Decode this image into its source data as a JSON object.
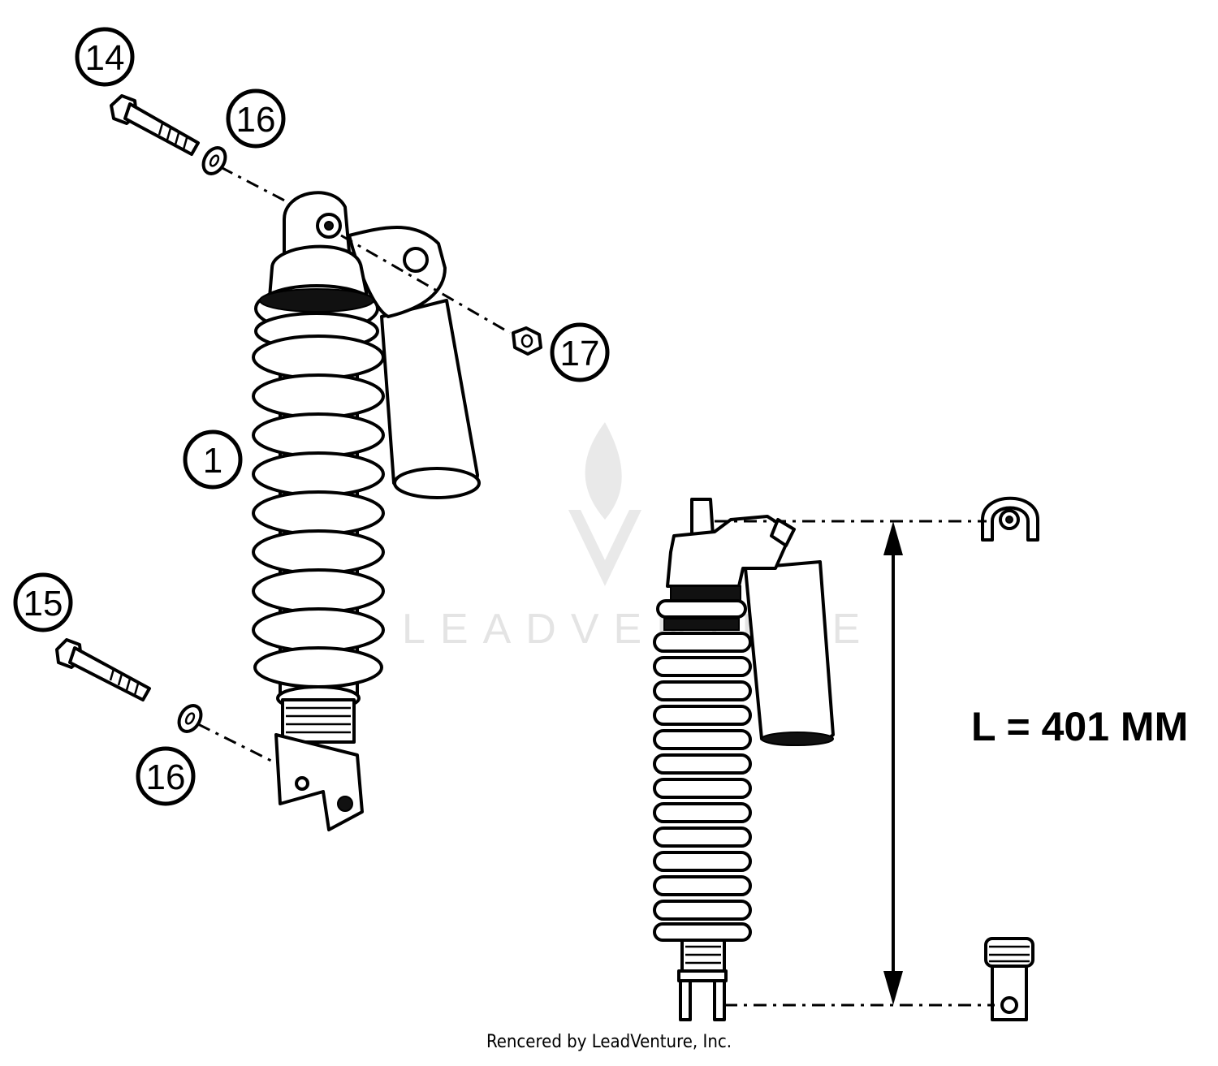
{
  "callouts": {
    "c14": "14",
    "c16a": "16",
    "c16b": "16",
    "c17": "17",
    "c1": "1",
    "c15": "15"
  },
  "dimension": {
    "label": "L = 401 MM"
  },
  "watermark": {
    "text": "LEADVENTURE",
    "logo": "flame-v-logo",
    "color": "#e4e4e4"
  },
  "credit": "Rencered by LeadVenture, Inc."
}
